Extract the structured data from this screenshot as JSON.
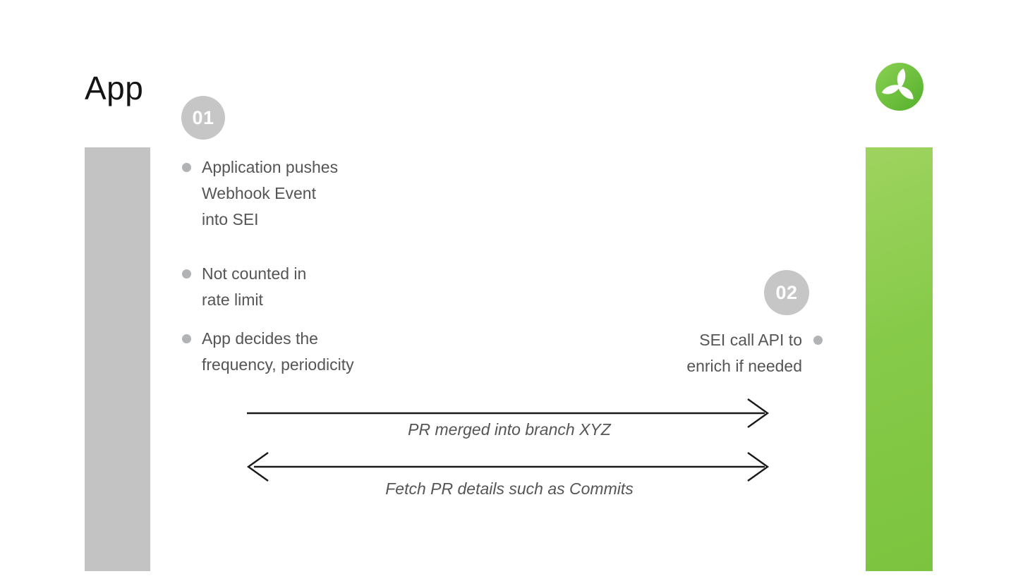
{
  "lanes": {
    "app": {
      "title": "App"
    },
    "sei": {
      "logo": "sei-propeller-logo"
    }
  },
  "steps": [
    {
      "number": "01"
    },
    {
      "number": "02"
    }
  ],
  "app_notes": [
    {
      "lines": [
        "Application pushes",
        "Webhook Event",
        "into SEI"
      ]
    },
    {
      "lines": [
        "Not counted in",
        "rate limit"
      ]
    },
    {
      "lines": [
        "App decides the",
        "frequency, periodicity"
      ]
    }
  ],
  "sei_notes": [
    {
      "lines": [
        "SEI call API to",
        "enrich if needed"
      ]
    }
  ],
  "messages": [
    {
      "label": "PR merged into branch XYZ",
      "direction": "right"
    },
    {
      "label": "Fetch PR details such as Commits",
      "direction": "both"
    }
  ],
  "colors": {
    "app_bar": "#c3c3c3",
    "sei_bar_top": "#9ed35f",
    "sei_bar_bottom": "#7cc43f",
    "badge_bg": "#c6c6c6",
    "badge_text": "#ffffff",
    "bullet_dot": "#b1b3b5",
    "note_text": "#555557",
    "title_text": "#141414",
    "arrow": "#1a1a1a",
    "logo_green_light": "#8bd152",
    "logo_green_dark": "#54b02c"
  }
}
